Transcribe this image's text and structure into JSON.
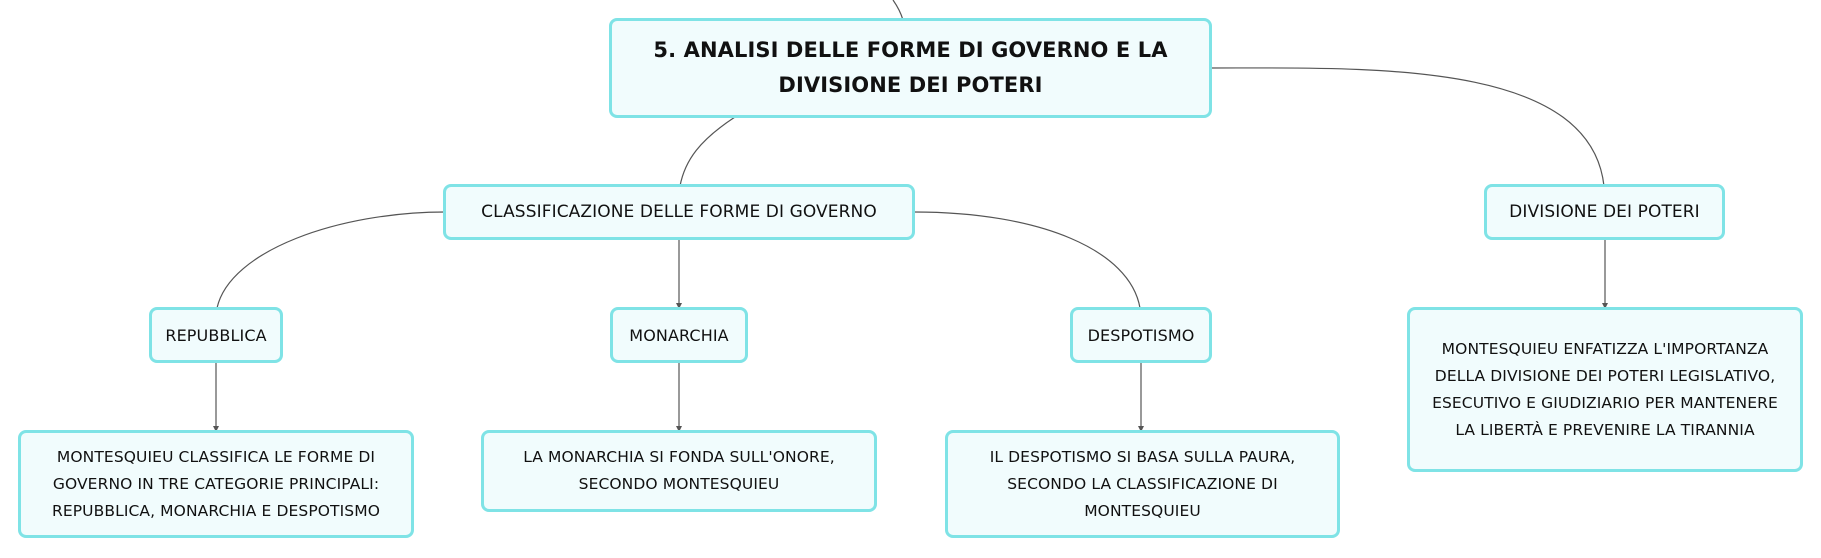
{
  "diagram": {
    "root": {
      "label": "5. ANALISI DELLE FORME DI GOVERNO E LA DIVISIONE DEI POTERI"
    },
    "classificazione": {
      "label": "CLASSIFICAZIONE DELLE FORME DI GOVERNO",
      "children": [
        {
          "label": "REPUBBLICA",
          "detail": "MONTESQUIEU CLASSIFICA LE FORME DI GOVERNO IN TRE CATEGORIE PRINCIPALI: REPUBBLICA, MONARCHIA E DESPOTISMO"
        },
        {
          "label": "MONARCHIA",
          "detail": "LA MONARCHIA SI FONDA SULL'ONORE, SECONDO MONTESQUIEU"
        },
        {
          "label": "DESPOTISMO",
          "detail": "IL DESPOTISMO SI BASA SULLA PAURA, SECONDO LA CLASSIFICAZIONE DI MONTESQUIEU"
        }
      ]
    },
    "divisione": {
      "label": "DIVISIONE DEI POTERI",
      "detail": "MONTESQUIEU ENFATIZZA L'IMPORTANZA DELLA DIVISIONE DEI POTERI LEGISLATIVO, ESECUTIVO E GIUDIZIARIO PER MANTENERE LA LIBERTÀ E PREVENIRE LA TIRANNIA"
    },
    "colors": {
      "node_border": "#7fe3e6",
      "node_fill": "#f1fcfd",
      "connector": "#555555"
    }
  }
}
